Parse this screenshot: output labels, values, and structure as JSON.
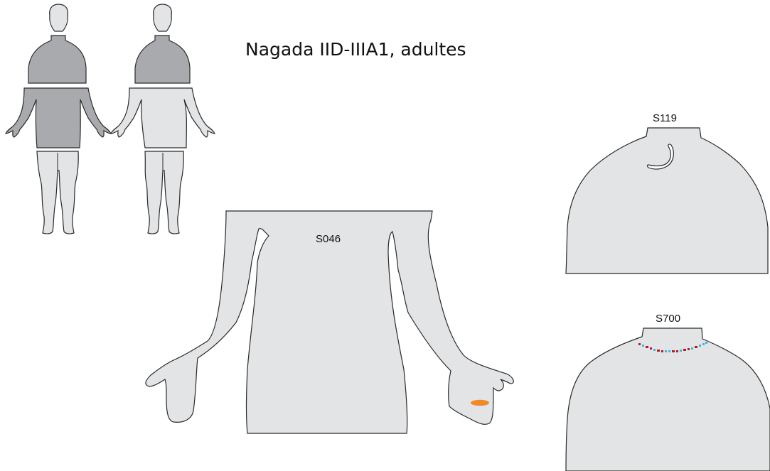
{
  "title": "Nagada IID-IIIA1, adultes",
  "colors": {
    "body_fill": "#e3e4e6",
    "highlight_fill": "#a9aaad",
    "outline": "#2a2a2a",
    "ornament_orange": "#f08a24",
    "bead_red": "#b01f24",
    "bead_blue": "#3fb6e3"
  },
  "panels": [
    {
      "id": "S046",
      "label": "S046",
      "region": "torso-and-arms",
      "ornament": "orange-bead-left-hand"
    },
    {
      "id": "S119",
      "label": "S119",
      "region": "shoulders",
      "ornament": "curved-ornament-neck"
    },
    {
      "id": "S700",
      "label": "S700",
      "region": "shoulders",
      "ornament": "bead-necklace"
    }
  ]
}
